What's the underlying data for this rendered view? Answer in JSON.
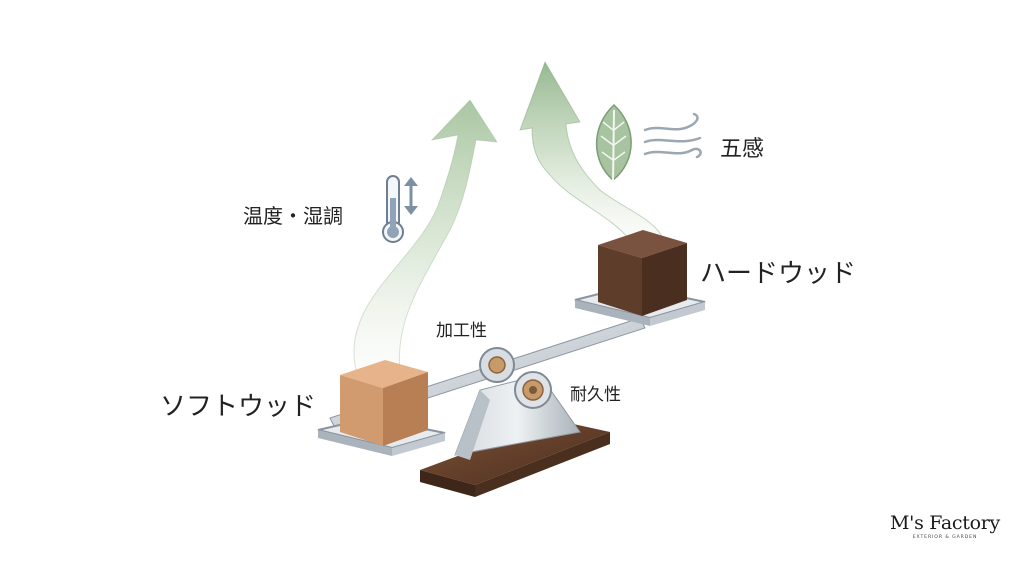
{
  "labels": {
    "softwood": "ソフトウッド",
    "hardwood": "ハードウッド",
    "temperature_humidity": "温度・湿調",
    "five_senses": "五感",
    "workability": "加工性",
    "durability": "耐久性"
  },
  "logo": {
    "name": "M's Factory",
    "tagline": "EXTERIOR & GARDEN"
  },
  "icons": {
    "thermometer": "thermometer-icon",
    "up_down_arrows": "up-down-arrows-icon",
    "leaf": "leaf-icon",
    "wind": "wind-icon"
  },
  "colors": {
    "arrow_green": "#9dbb97",
    "softwood_block": "#cf9a6d",
    "hardwood_block": "#5e3d2b",
    "wood_base": "#5a3a27",
    "metal": "#c7cdd3"
  }
}
